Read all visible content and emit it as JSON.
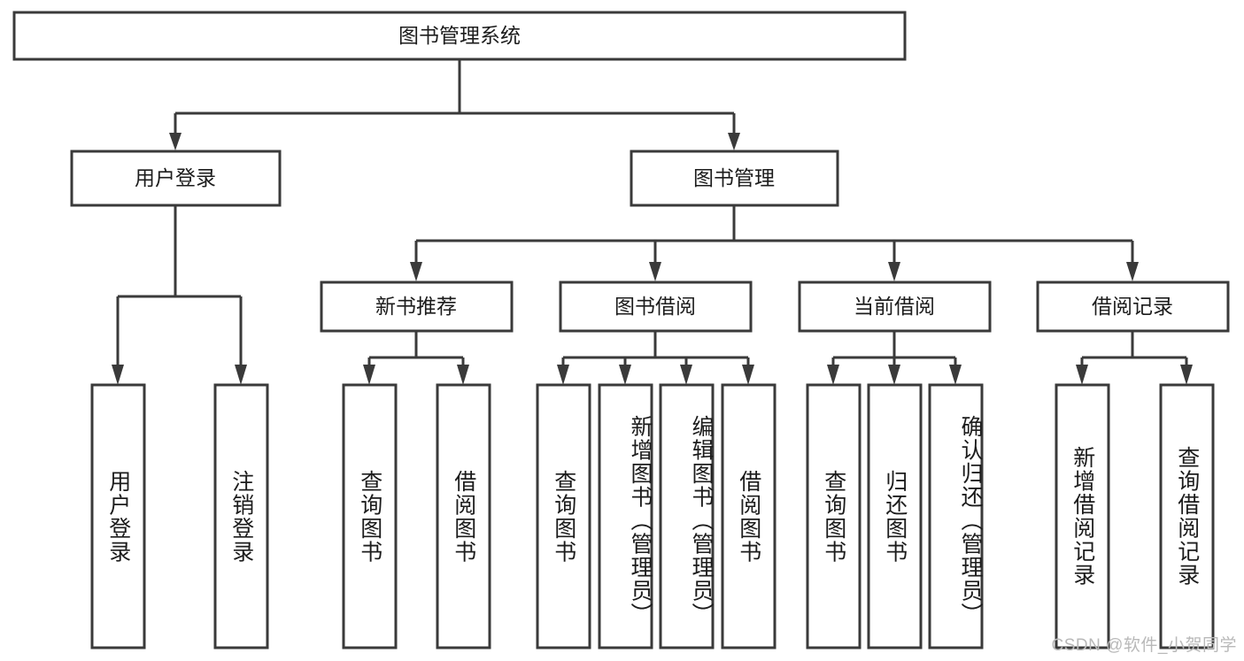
{
  "diagram": {
    "title": "图书管理系统",
    "type": "hierarchy-tree",
    "style": {
      "box_fill": "#ffffff",
      "box_stroke": "#3a3a3a",
      "text_color": "#1c1c1c",
      "watermark_color": "#b9b9b9",
      "background": "#ffffff"
    },
    "root": {
      "label": "图书管理系统"
    },
    "level2": [
      {
        "label": "用户登录"
      },
      {
        "label": "图书管理"
      }
    ],
    "level3": [
      {
        "label": "新书推荐"
      },
      {
        "label": "图书借阅"
      },
      {
        "label": "当前借阅"
      },
      {
        "label": "借阅记录"
      }
    ],
    "leaves_user_login": [
      {
        "label": "用户登录"
      },
      {
        "label": "注销登录"
      }
    ],
    "leaves_new_book": [
      {
        "label": "查询图书"
      },
      {
        "label": "借阅图书"
      }
    ],
    "leaves_book_borrow": [
      {
        "label": "查询图书"
      },
      {
        "label": "新增图书（管理员）"
      },
      {
        "label": "编辑图书（管理员）"
      },
      {
        "label": "借阅图书"
      }
    ],
    "leaves_current_borrow": [
      {
        "label": "查询图书"
      },
      {
        "label": "归还图书"
      },
      {
        "label": "确认归还（管理员）"
      }
    ],
    "leaves_borrow_record": [
      {
        "label": "新增借阅记录"
      },
      {
        "label": "查询借阅记录"
      }
    ]
  },
  "watermark": {
    "text": "CSDN @软件_小贺同学"
  }
}
